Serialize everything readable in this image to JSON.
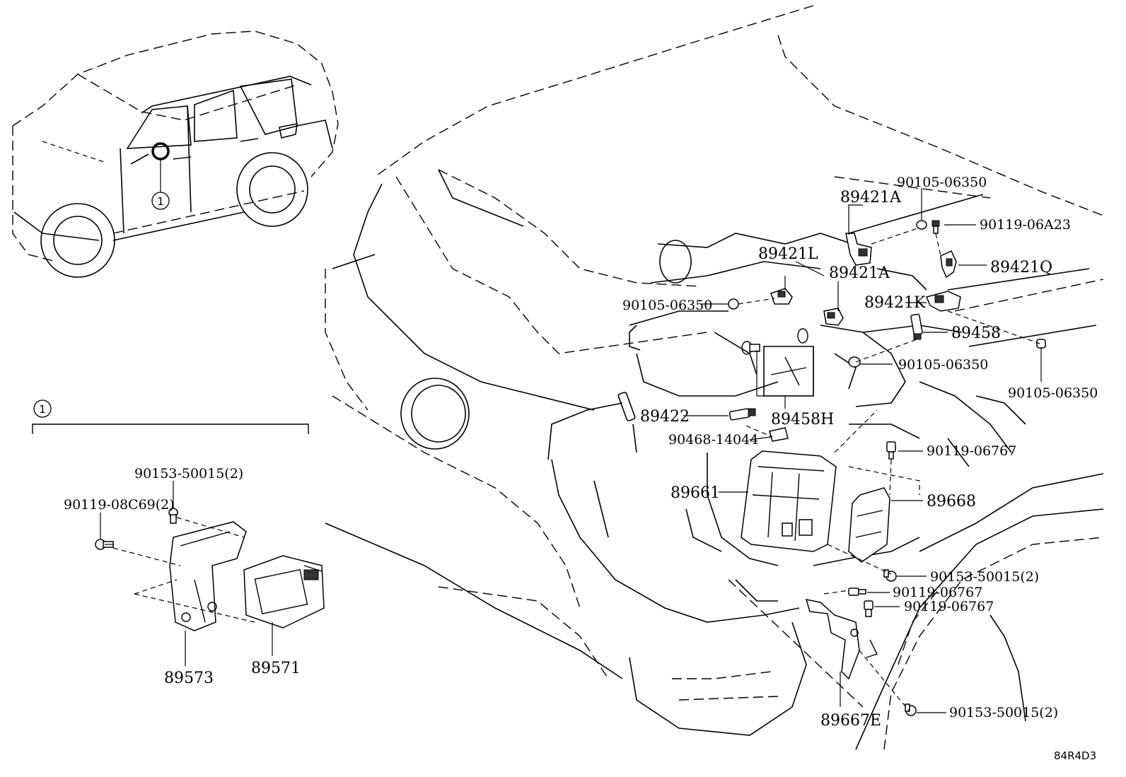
{
  "callouts": {
    "detail_ref_vehicle": "1",
    "detail_ref_box": "1"
  },
  "labels": {
    "p_90105_06350_top": "90105-06350",
    "p_89421A_top": "89421A",
    "p_90119_06A23": "90119-06A23",
    "p_89421L": "89421L",
    "p_89421A_mid": "89421A",
    "p_89421Q": "89421Q",
    "p_90105_06350_left": "90105-06350",
    "p_89421K": "89421K",
    "p_89458": "89458",
    "p_90105_06350_mid": "90105-06350",
    "p_90105_06350_right": "90105-06350",
    "p_89422": "89422",
    "p_89458H": "89458H",
    "p_90468_14044": "90468-14044",
    "p_90119_06767_a": "90119-06767",
    "p_89661": "89661",
    "p_89668": "89668",
    "p_90153_50015_a": "90153-50015(2)",
    "p_90119_06767_b": "90119-06767",
    "p_90119_06767_c": "90119-06767",
    "p_90153_50015_b": "90153-50015(2)",
    "p_89667E": "89667E",
    "p_90153_50015_c": "90153-50015(2)",
    "p_90119_08C69": "90119-08C69(2)",
    "p_89573": "89573",
    "p_89571": "89571",
    "diagram_code": "84R4D3"
  }
}
